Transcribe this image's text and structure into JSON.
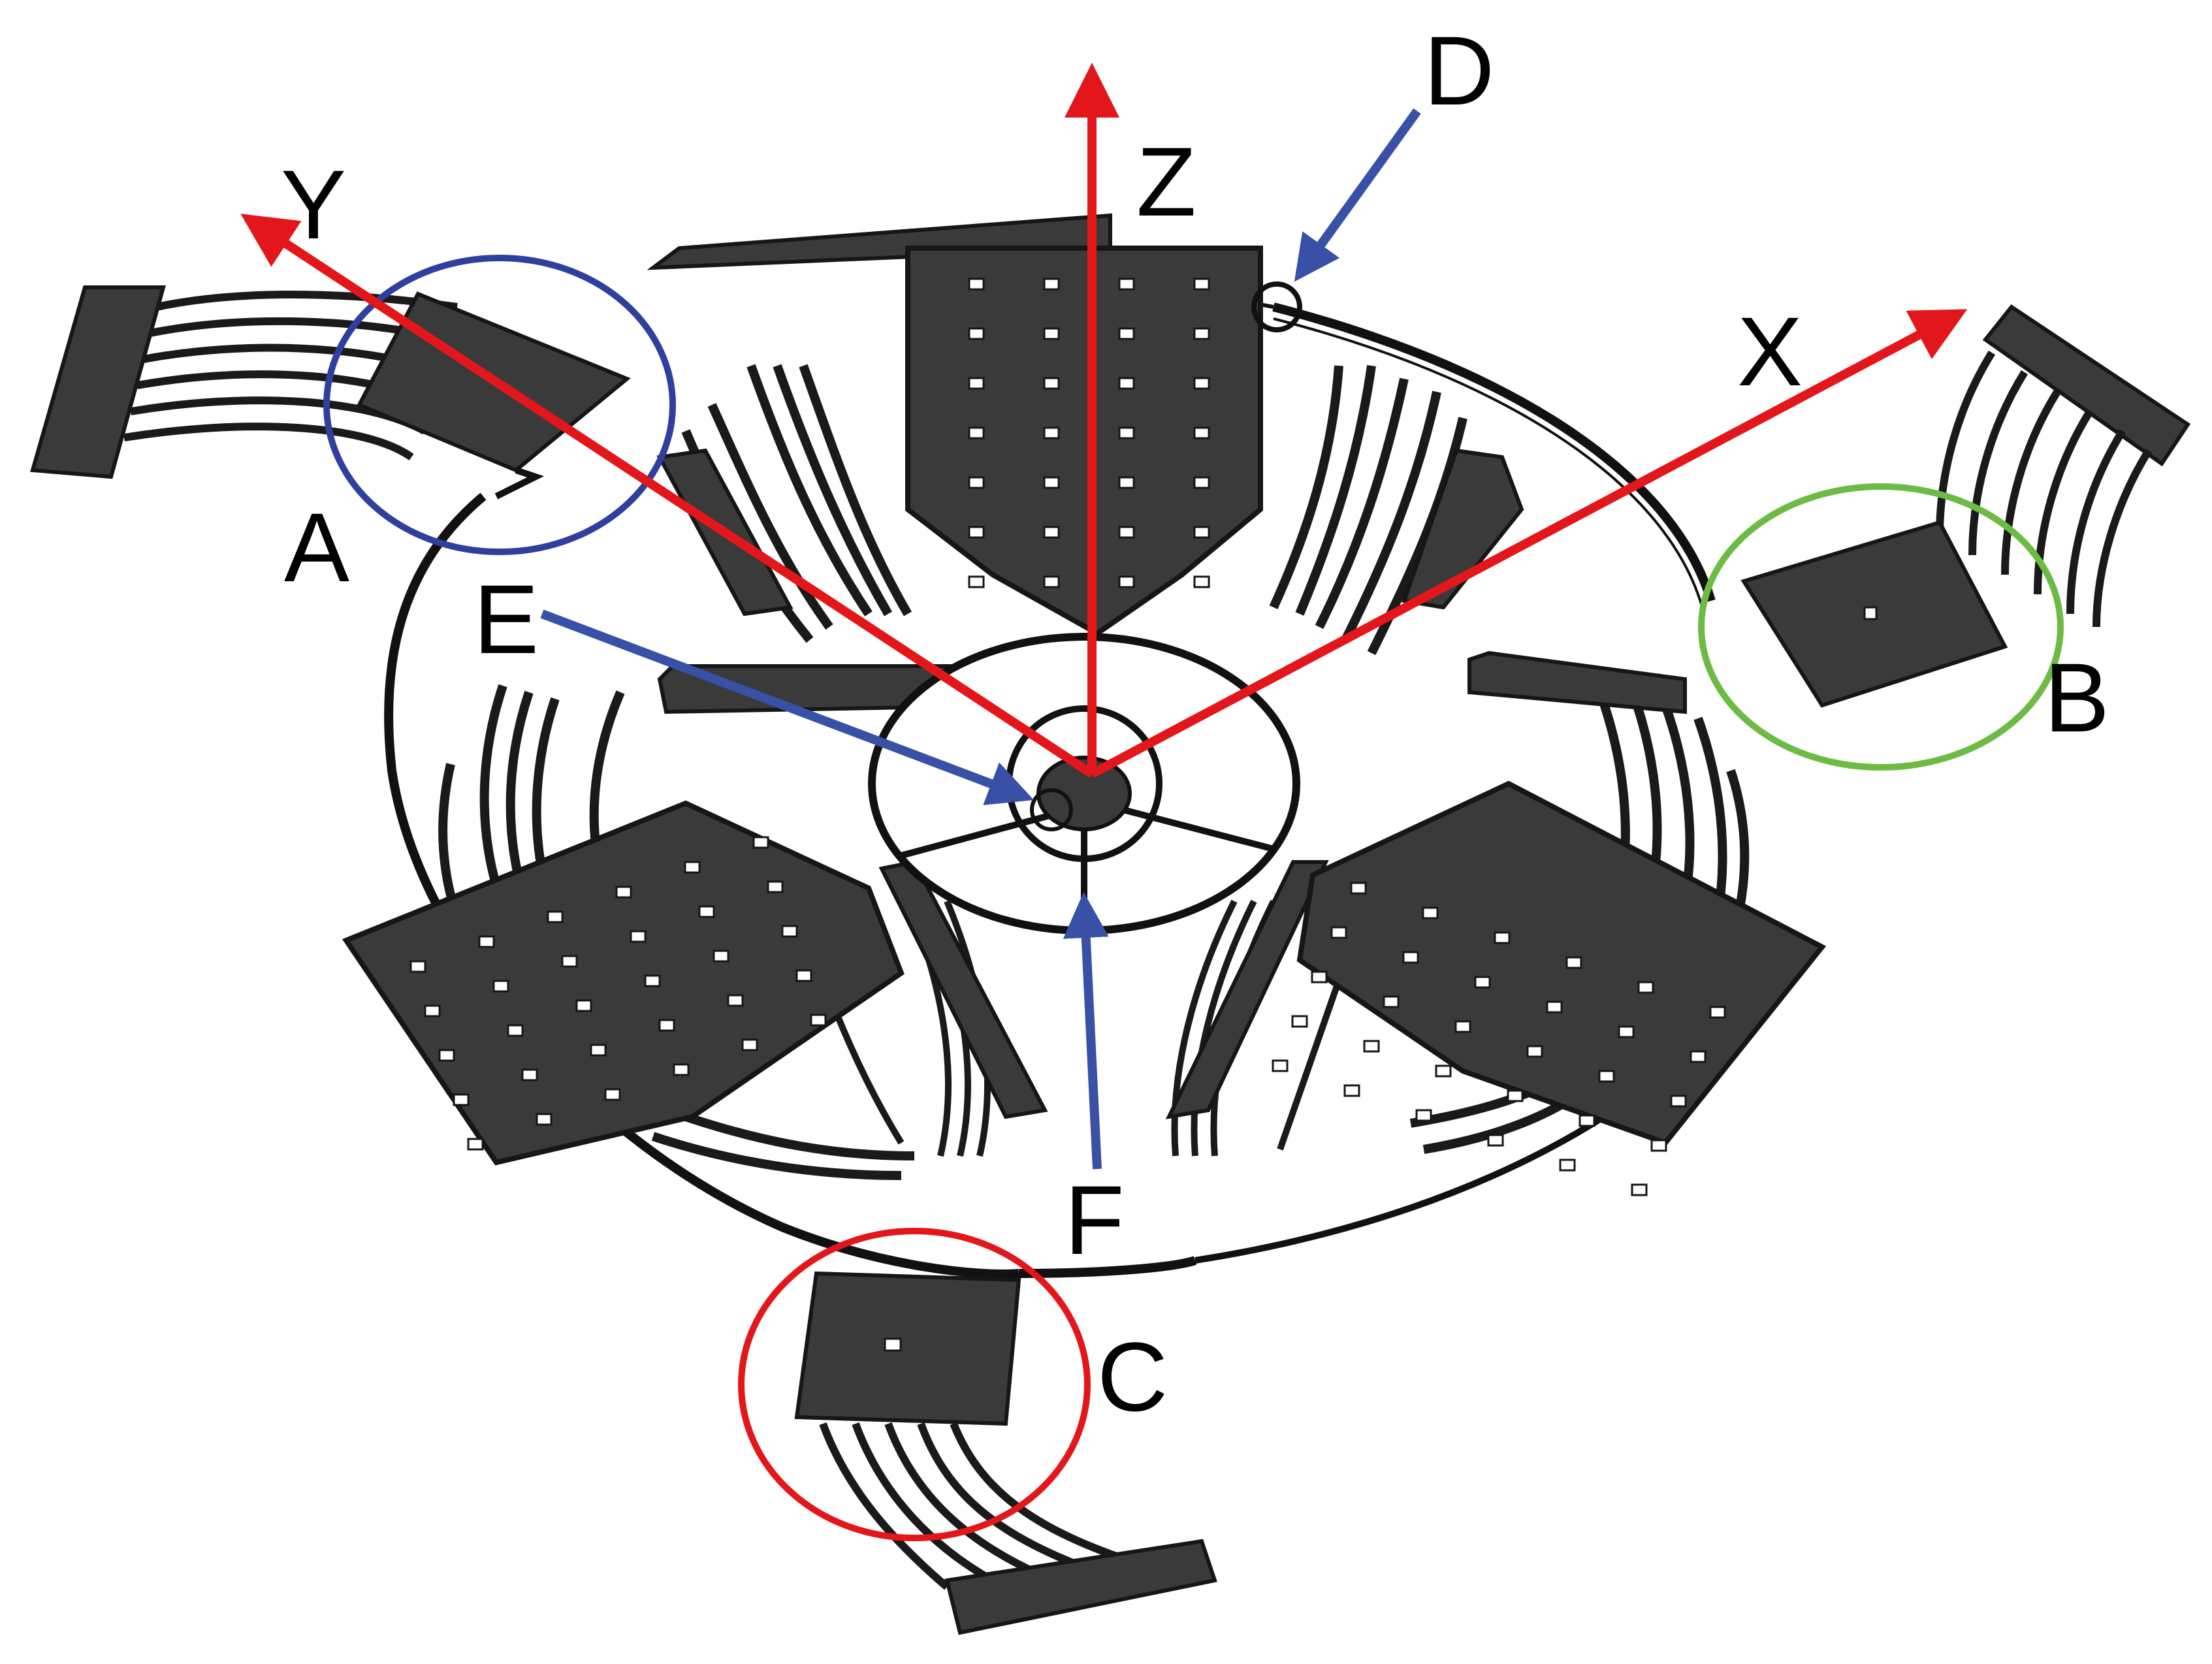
{
  "colors": {
    "plate": "#3a3a3a",
    "plate_edge": "#161616",
    "hole": "#ffffff",
    "outline": "#111111",
    "axis": "#e3161b",
    "pointer": "#3850a6",
    "circle_a": "#2f3f9e",
    "circle_b": "#6dbb45",
    "circle_c": "#e3161b",
    "background": "#ffffff"
  },
  "axes": {
    "x_label": "X",
    "y_label": "Y",
    "z_label": "Z"
  },
  "labels": {
    "a": "A",
    "b": "B",
    "c": "C",
    "d": "D",
    "e": "E",
    "f": "F"
  },
  "highlights": [
    {
      "label": "A",
      "color_name": "blue",
      "icon": "highlight-circle"
    },
    {
      "label": "B",
      "color_name": "green",
      "icon": "highlight-circle"
    },
    {
      "label": "C",
      "color_name": "red",
      "icon": "highlight-circle"
    }
  ],
  "pointers": [
    {
      "label": "D",
      "icon": "arrow-icon"
    },
    {
      "label": "E",
      "icon": "arrow-icon"
    },
    {
      "label": "F",
      "icon": "arrow-icon"
    }
  ]
}
